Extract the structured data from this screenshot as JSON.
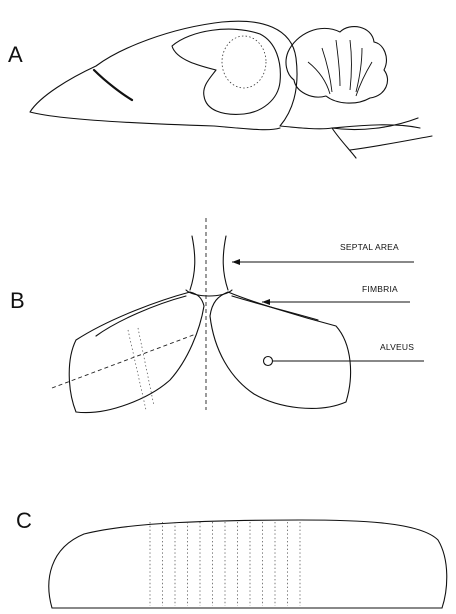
{
  "panels": {
    "a": {
      "letter": "A"
    },
    "b": {
      "letter": "B",
      "labels": {
        "septal_area": "SEPTAL AREA",
        "fimbria": "FIMBRIA",
        "alveus": "ALVEUS"
      }
    },
    "c": {
      "letter": "C"
    }
  }
}
